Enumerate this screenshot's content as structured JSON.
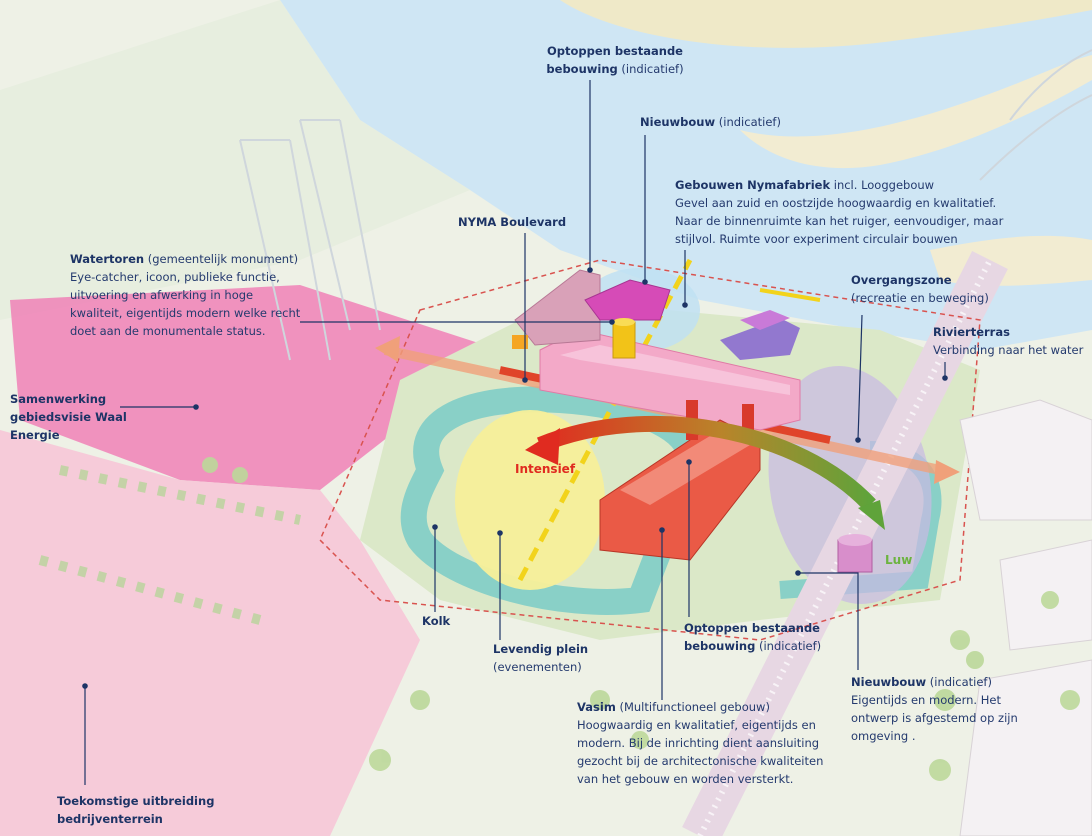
{
  "labels": {
    "optoppen_top": {
      "title": "Optoppen bestaande",
      "title2": "bebouwing",
      "note": "(indicatief)"
    },
    "nieuwbouw_top": {
      "title": "Nieuwbouw",
      "note": "(indicatief)"
    },
    "nyma_fabriek": {
      "title": "Gebouwen Nymafabriek",
      "note": "incl. Looggebouw",
      "lines": [
        "Gevel aan zuid en oostzijde hoogwaardig en kwalitatief.",
        "Naar de binnenruimte kan het ruiger, eenvoudiger, maar",
        "stijlvol. Ruimte voor experiment circulair bouwen"
      ]
    },
    "nyma_boulevard": {
      "title": "NYMA Boulevard"
    },
    "watertoren": {
      "title": "Watertoren",
      "note": "(gemeentelijk monument)",
      "lines": [
        "Eye-catcher, icoon, publieke functie,",
        "uitvoering en afwerking in hoge",
        "kwaliteit, eigentijds modern welke recht",
        "doet aan de monumentale status."
      ]
    },
    "overgangszone": {
      "title": "Overgangszone",
      "line": "(recreatie en beweging)"
    },
    "rivierterras": {
      "title": "Rivierterras",
      "line": "Verbinding naar het water"
    },
    "samenwerking": {
      "lines": [
        "Samenwerking",
        "gebiedsvisie Waal",
        "Energie"
      ]
    },
    "intensief": "Intensief",
    "luw": "Luw",
    "kolk": "Kolk",
    "levendig_plein": {
      "title": "Levendig plein",
      "line": "(evenementen)"
    },
    "optoppen_bottom": {
      "title": "Optoppen bestaande",
      "title2": "bebouwing",
      "note": "(indicatief)"
    },
    "nieuwbouw_bottom": {
      "title": "Nieuwbouw",
      "note": "(indicatief)",
      "lines": [
        "Eigentijds en modern. Het",
        "ontwerp is afgestemd op zijn",
        "omgeving ."
      ]
    },
    "vasim": {
      "title": "Vasim",
      "note": "(Multifunctioneel gebouw)",
      "lines": [
        "Hoogwaardig en kwalitatief, eigentijds en",
        "modern. Bij de inrichting dient aansluiting",
        "gezocht bij de architectonische kwaliteiten",
        "van het gebouw en worden versterkt."
      ]
    },
    "toekomstige": {
      "lines": [
        "Toekomstige uitbreiding",
        "bedrijventerrein"
      ]
    }
  },
  "colors": {
    "label_text": "#1d3466",
    "water": "#cfe6f4",
    "pink_zone": "#f07ab4",
    "intensief": "#e02b20",
    "luw": "#7cc13f",
    "kolk": "#7fcdc6",
    "plein": "#f7ef9a",
    "overgang": "#c9b9e4"
  }
}
